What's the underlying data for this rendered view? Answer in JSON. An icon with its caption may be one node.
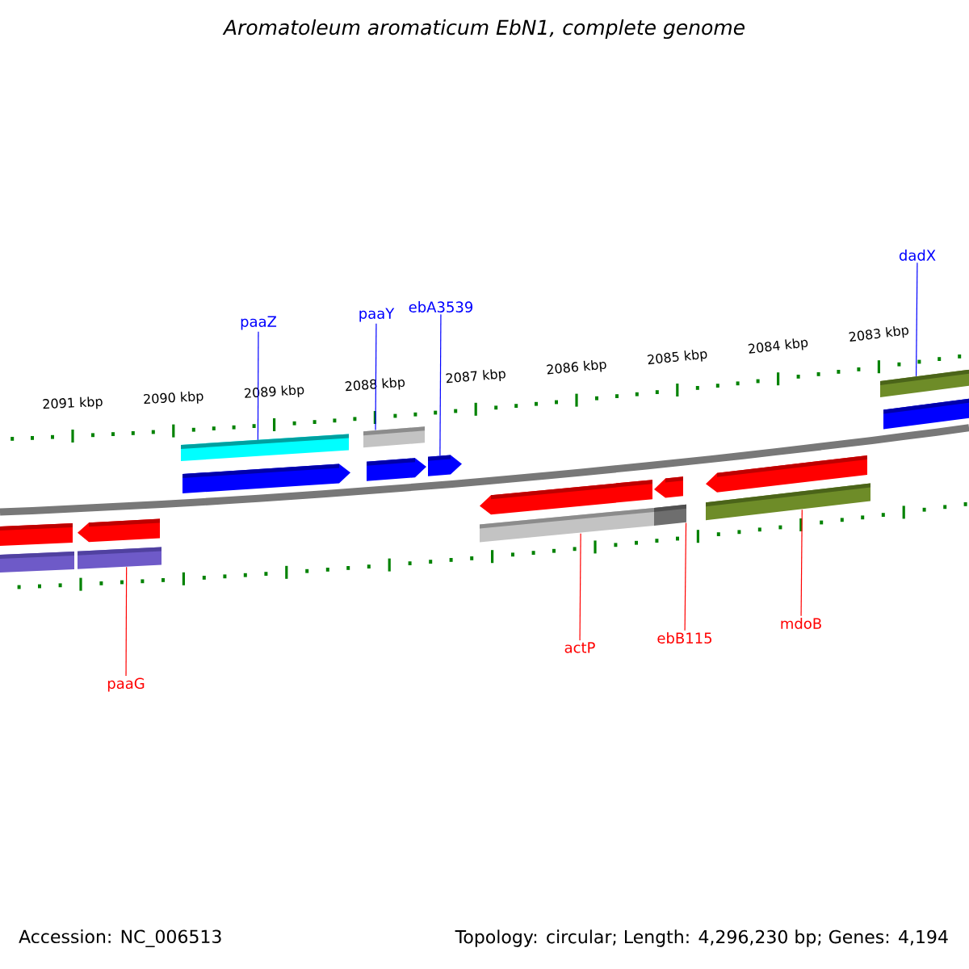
{
  "diagram": {
    "title": "Aromatoleum aromaticum EbN1, complete genome",
    "nodes": [
      {
        "text": [
          "paaZ"
        ]
      },
      {
        "text": [
          "paaY"
        ]
      },
      {
        "text": [
          "ebA3539"
        ]
      },
      {
        "text": [
          "dadX"
        ]
      },
      {
        "text": [
          "paaG"
        ]
      },
      {
        "text": [
          "actP"
        ]
      },
      {
        "text": [
          "ebB115"
        ]
      },
      {
        "text": [
          "mdoB"
        ]
      },
      {
        "text": [],
        "shape": "bar"
      },
      {
        "text": [],
        "shape": "bar"
      },
      {
        "text": [],
        "shape": "arrow"
      },
      {
        "text": [],
        "shape": "bar"
      },
      {
        "text": [],
        "shape": "bar"
      },
      {
        "text": [],
        "shape": "arrow"
      },
      {
        "text": [],
        "shape": "bar"
      },
      {
        "text": [],
        "shape": "arrow"
      },
      {
        "text": [],
        "shape": "arrow"
      },
      {
        "text": [],
        "shape": "arrow"
      },
      {
        "text": [],
        "shape": "bar"
      },
      {
        "text": [],
        "shape": "arrow"
      },
      {
        "text": [],
        "shape": "bar"
      },
      {
        "text": [],
        "shape": "arrow"
      },
      {
        "text": [],
        "shape": "bar"
      },
      {
        "text": [],
        "shape": "bar"
      },
      {
        "text": [],
        "shape": "bar"
      }
    ],
    "edges": [
      {
        "from": 0,
        "to": 12,
        "arrow": "none",
        "color": "#0000ff"
      },
      {
        "from": 1,
        "to": 14,
        "arrow": "none",
        "color": "#0000ff"
      },
      {
        "from": 2,
        "to": 16,
        "arrow": "none",
        "color": "#0000ff"
      },
      {
        "from": 3,
        "to": 23,
        "arrow": "none",
        "color": "#0000ff"
      },
      {
        "from": 4,
        "to": 11,
        "arrow": "none",
        "color": "#ff0000"
      },
      {
        "from": 5,
        "to": 18,
        "arrow": "none",
        "color": "#ff0000"
      },
      {
        "from": 6,
        "to": 20,
        "arrow": "none",
        "color": "#ff0000"
      },
      {
        "from": 7,
        "to": 22,
        "arrow": "none",
        "color": "#ff0000"
      }
    ],
    "labels": [
      "2091 kbp",
      "2090 kbp",
      "2089 kbp",
      "2088 kbp",
      "2087 kbp",
      "2086 kbp",
      "2085 kbp",
      "2084 kbp",
      "2083 kbp",
      "Accession: NC_006513",
      "Topology: circular; Length: 4,296,230 bp; Genes: 4,194"
    ]
  }
}
